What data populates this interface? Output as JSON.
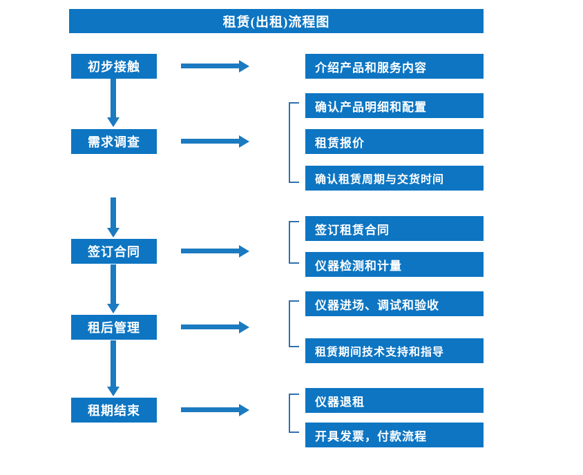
{
  "diagram": {
    "title": "租赁(出租)流程图",
    "accent_color": "#0d75c2",
    "arrow_color": "#1b7ac0",
    "bracket_color": "#2f6fad",
    "text_color": "#ffffff",
    "background_color": "#ffffff",
    "stages": [
      {
        "id": "stage-1",
        "label": "初步接触"
      },
      {
        "id": "stage-2",
        "label": "需求调查"
      },
      {
        "id": "stage-3",
        "label": "签订合同"
      },
      {
        "id": "stage-4",
        "label": "租后管理"
      },
      {
        "id": "stage-5",
        "label": "租期结束"
      }
    ],
    "details": [
      {
        "id": "detail-1",
        "label": "介绍产品和服务内容"
      },
      {
        "id": "detail-2",
        "label": "确认产品明细和配置"
      },
      {
        "id": "detail-3",
        "label": "租赁报价"
      },
      {
        "id": "detail-4",
        "label": "确认租赁周期与交货时间"
      },
      {
        "id": "detail-5",
        "label": "签订租赁合同"
      },
      {
        "id": "detail-6",
        "label": "仪器检测和计量"
      },
      {
        "id": "detail-7",
        "label": "仪器进场、调试和验收"
      },
      {
        "id": "detail-8",
        "label": "租赁期间技术支持和指导"
      },
      {
        "id": "detail-9",
        "label": "仪器退租"
      },
      {
        "id": "detail-10",
        "label": "开具发票，付款流程"
      }
    ],
    "connectors": {
      "horizontal_arrow_count": 5,
      "vertical_arrow_count": 4,
      "bracket_count": 4
    }
  }
}
